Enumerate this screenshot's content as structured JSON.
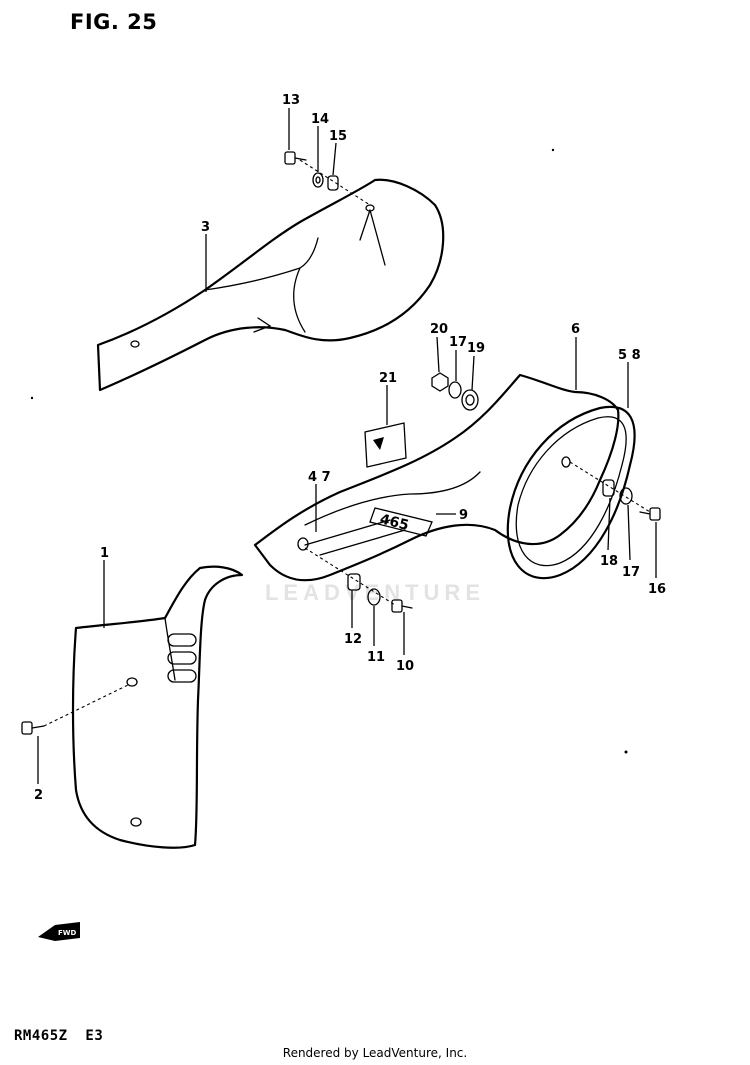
{
  "figure": {
    "title": "FIG. 25",
    "model": "RM465Z  E3",
    "footer": "Rendered by LeadVenture, Inc.",
    "watermark": "LEADVENTURE",
    "decal_text": "465",
    "arrow_label": "FWD"
  },
  "callouts": {
    "c1": "1",
    "c2": "2",
    "c3": "3",
    "c4_7": "4 7",
    "c5_8": "5 8",
    "c6": "6",
    "c9": "9",
    "c10": "10",
    "c11": "11",
    "c12": "12",
    "c13": "13",
    "c14": "14",
    "c15": "15",
    "c16": "16",
    "c17a": "17",
    "c17b": "17",
    "c18": "18",
    "c19": "19",
    "c20": "20",
    "c21": "21"
  }
}
